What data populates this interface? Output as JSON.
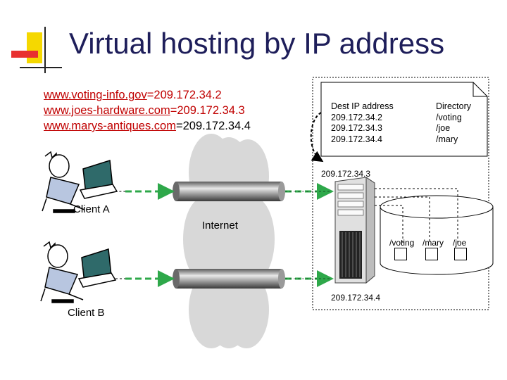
{
  "title": "Virtual hosting by IP address",
  "mappings": [
    {
      "host": "www.voting-info.gov",
      "eq": "=",
      "ip": "209.172.34.2"
    },
    {
      "host": "www.joes-hardware.com",
      "eq": "=",
      "ip": "209.172.34.3"
    },
    {
      "host": "www.marys-antiques.com",
      "eq": "=",
      "ip": "209.172.34.4"
    }
  ],
  "table": {
    "col1_header": "Dest IP address",
    "col1_rows": [
      "209.172.34.2",
      "209.172.34.3",
      "209.172.34.4"
    ],
    "col2_header": "Directory",
    "col2_rows": [
      "/voting",
      "/joe",
      "/mary"
    ]
  },
  "server": {
    "top_ip": "209.172.34.3",
    "bottom_ip": "209.172.34.4"
  },
  "internet_label": "Internet",
  "clients": {
    "a": "Client A",
    "b": "Client B"
  },
  "disk_dirs": [
    "/voting",
    "/mary",
    "/joe"
  ],
  "colors": {
    "title": "#1e1e5a",
    "link": "#c00000",
    "arrow": "#2ea84a",
    "bullet_yellow": "#f5d800",
    "bullet_red": "#e83030"
  }
}
